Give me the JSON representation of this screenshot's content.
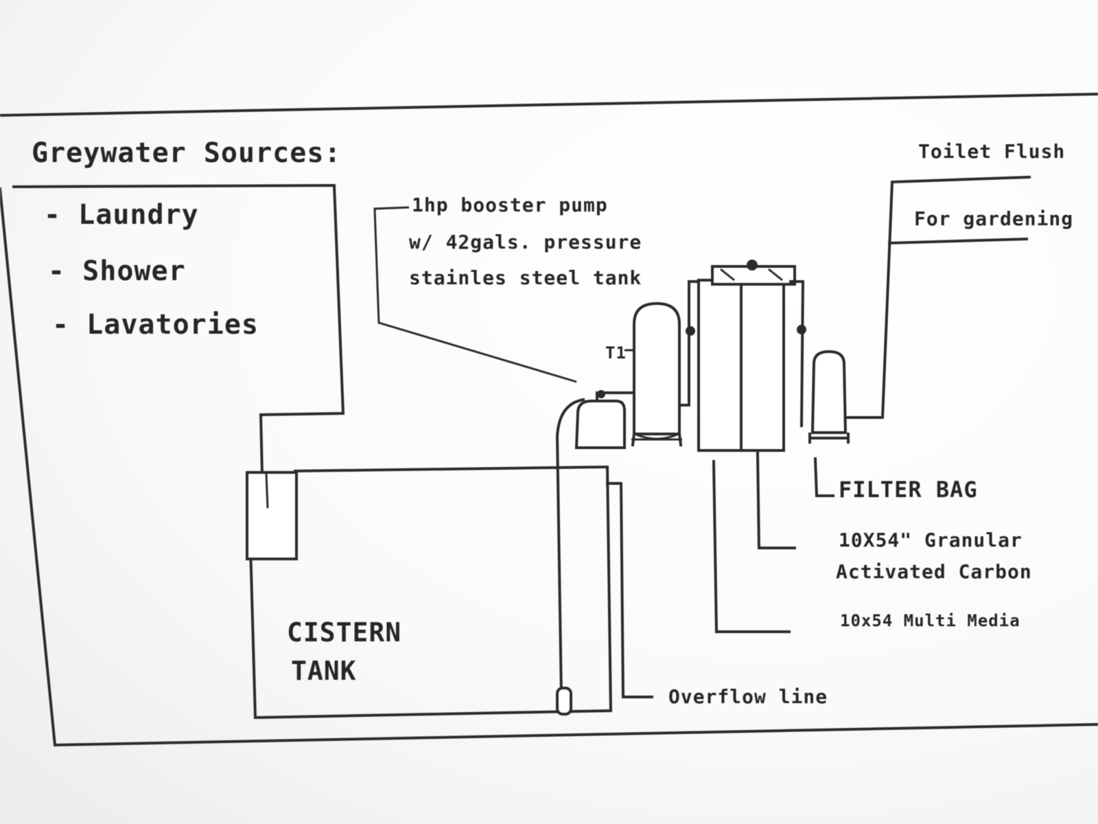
{
  "title": "Greywater Sources:",
  "sources": [
    "- Laundry",
    "- Shower",
    "- Lavatories"
  ],
  "pump": {
    "lines": [
      "1hp booster pump",
      "w/ 42gals. pressure",
      "stainles steel tank"
    ]
  },
  "outputs": [
    "Toilet Flush",
    "For gardening"
  ],
  "filter_bag": "FILTER BAG",
  "carbon": [
    "10X54\" Granular",
    "Activated Carbon"
  ],
  "multimedia": "10x54 Multi Media",
  "cistern": [
    "CISTERN",
    "TANK"
  ],
  "overflow": "Overflow line",
  "valve_mark": "T1"
}
